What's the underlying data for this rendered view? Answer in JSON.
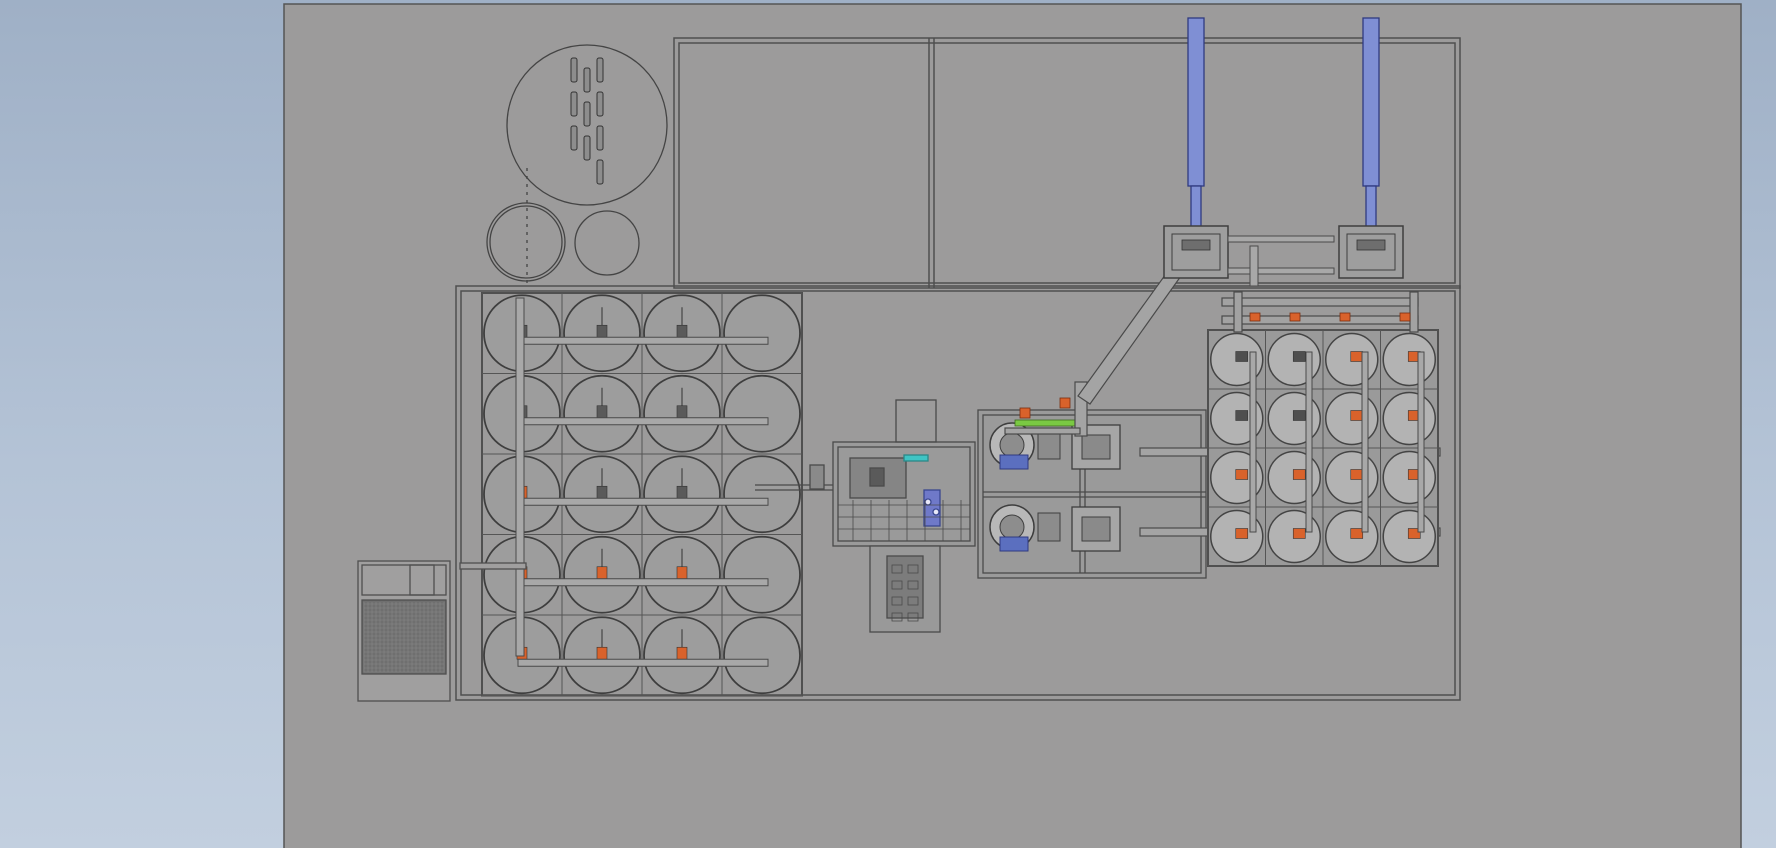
{
  "viewport": {
    "kind": "cad-top-view",
    "background": "#b0bfd2",
    "sheet_color": "#9c9b9b",
    "line_color": "#4a4a4a",
    "accent_orange": "#d9622b",
    "accent_blue": "#5b6fbf",
    "cyan_highlight": "#3fc4c4",
    "green_highlight": "#7ac943"
  },
  "tanks_left": {
    "rows": 5,
    "cols": 4
  },
  "tanks_right": {
    "rows": 4,
    "cols": 4
  },
  "round_parts": {
    "count": 3
  }
}
